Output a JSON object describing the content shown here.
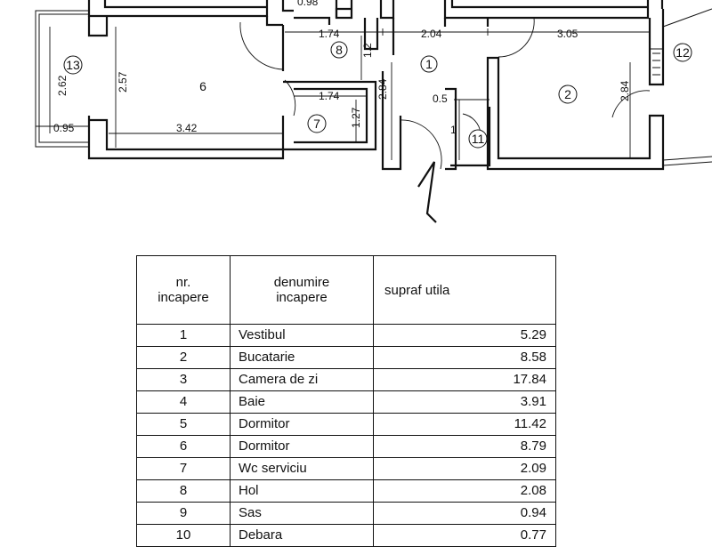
{
  "plan": {
    "rooms": [
      {
        "id": "room-1",
        "label": "1"
      },
      {
        "id": "room-2",
        "label": "2"
      },
      {
        "id": "room-6",
        "label": "6"
      },
      {
        "id": "room-7",
        "label": "7"
      },
      {
        "id": "room-8",
        "label": "8"
      },
      {
        "id": "room-11",
        "label": "11"
      },
      {
        "id": "room-12",
        "label": "12"
      },
      {
        "id": "room-13",
        "label": "13"
      }
    ],
    "dimensions": {
      "top_cut": "0.98",
      "d_174_top": "1.74",
      "d_204": "2.04",
      "d_305": "3.05",
      "d_12": "1.2",
      "d_262": "2.62",
      "d_257": "2.57",
      "d_095": "0.95",
      "d_342": "3.42",
      "d_174_wc": "1.74",
      "d_127": "1.27",
      "d_284_left": "2.84",
      "d_05": "0.5",
      "d_1": "1",
      "d_284_right": "2.84"
    }
  },
  "table": {
    "headers": {
      "nr_line1": "nr.",
      "nr_line2": "incapere",
      "name_line1": "denumire",
      "name_line2": "incapere",
      "area": "supraf utila"
    },
    "rows": [
      {
        "nr": "1",
        "name": "Vestibul",
        "area": "5.29"
      },
      {
        "nr": "2",
        "name": "Bucatarie",
        "area": "8.58"
      },
      {
        "nr": "3",
        "name": "Camera de zi",
        "area": "17.84"
      },
      {
        "nr": "4",
        "name": "Baie",
        "area": "3.91"
      },
      {
        "nr": "5",
        "name": "Dormitor",
        "area": "11.42"
      },
      {
        "nr": "6",
        "name": "Dormitor",
        "area": "8.79"
      },
      {
        "nr": "7",
        "name": "Wc serviciu",
        "area": "2.09"
      },
      {
        "nr": "8",
        "name": "Hol",
        "area": "2.08"
      },
      {
        "nr": "9",
        "name": "Sas",
        "area": "0.94"
      },
      {
        "nr": "10",
        "name": "Debara",
        "area": "0.77"
      }
    ]
  }
}
